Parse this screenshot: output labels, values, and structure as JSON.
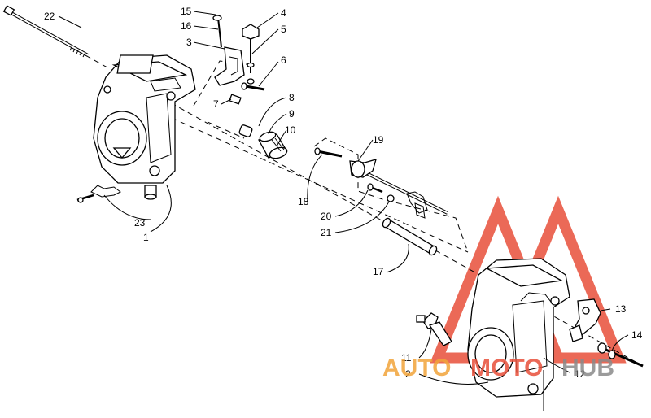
{
  "callouts": [
    "1",
    "2",
    "3",
    "4",
    "5",
    "6",
    "7",
    "8",
    "9",
    "10",
    "11",
    "12",
    "13",
    "14",
    "15",
    "16",
    "17",
    "18",
    "19",
    "20",
    "21",
    "22",
    "23"
  ],
  "watermark": {
    "text_part1": "AUTO",
    "text_part2": "MOTO",
    "text_part3": "HUB",
    "color_red": "#e8503a",
    "color_orange": "#f2a43a",
    "color_grey": "#8a8a8a"
  }
}
